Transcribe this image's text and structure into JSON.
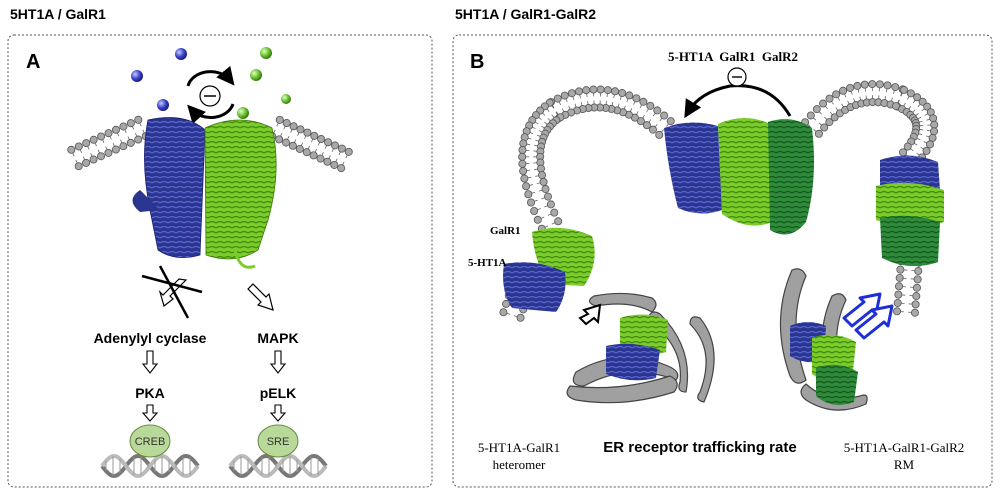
{
  "headers": {
    "left": "5HT1A / GalR1",
    "right": "5HT1A / GalR1-GalR2"
  },
  "panel_a": {
    "letter": "A",
    "inhibit_symbol": "⊖",
    "left_path": [
      "Adenylyl cyclase",
      "PKA",
      "CREB"
    ],
    "right_path": [
      "MAPK",
      "pELK",
      "SRE"
    ]
  },
  "panel_b": {
    "letter": "B",
    "top_label": "5-HT1A  GalR1  GalR2",
    "inhibit_symbol": "⊖",
    "galr1_label": "GalR1",
    "ht1a_label": "5-HT1A",
    "bottom_left": [
      "5-HT1A-GalR1",
      "heteromer"
    ],
    "bottom_center": "ER receptor trafficking rate",
    "bottom_right": [
      "5-HT1A-GalR1-GalR2",
      "RM"
    ]
  },
  "colors": {
    "ht1a_blue": "#2a3590",
    "galr1_green": "#7ccc2a",
    "galr2_darkgreen": "#2f8a3a",
    "membrane_gray": "#9a9a9a",
    "dna_circle": "#b8d99a",
    "arrow_blue": "#1d2fd8"
  }
}
